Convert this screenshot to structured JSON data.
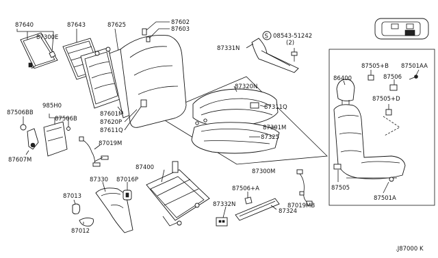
{
  "callouts": {
    "c87640": "87640",
    "c87300E": "87300E",
    "c87643": "87643",
    "c87625": "87625",
    "c87602": "87602",
    "c87603": "87603",
    "c08543": "08543-51242",
    "c08543qty": "(2)",
    "c87331N": "87331N",
    "c87506BB": "87506BB",
    "c985H0": "985H0",
    "c87506B": "87506B",
    "c87607M": "87607M",
    "c87601M": "87601M",
    "c87620P": "87620P",
    "c87611Q": "87611Q",
    "c87019M": "87019M",
    "c87320N": "87320N",
    "c87311Q": "87311Q",
    "c87301M": "87301M",
    "c87325": "87325",
    "c87300M": "87300M",
    "c86400": "86400",
    "c87505B": "87505+B",
    "c87501AA": "87501AA",
    "c87506": "87506",
    "c87505D": "87505+D",
    "c87505": "87505",
    "c87501A": "87501A",
    "c87400": "87400",
    "c87330": "87330",
    "c87016P": "87016P",
    "c87013": "87013",
    "c87012": "87012",
    "c87332N": "87332N",
    "c87506A": "87506+A",
    "c87019MB": "87019MB",
    "c87324": "87324"
  },
  "screw_symbol": "S",
  "diagram_code": ".J87000 K"
}
